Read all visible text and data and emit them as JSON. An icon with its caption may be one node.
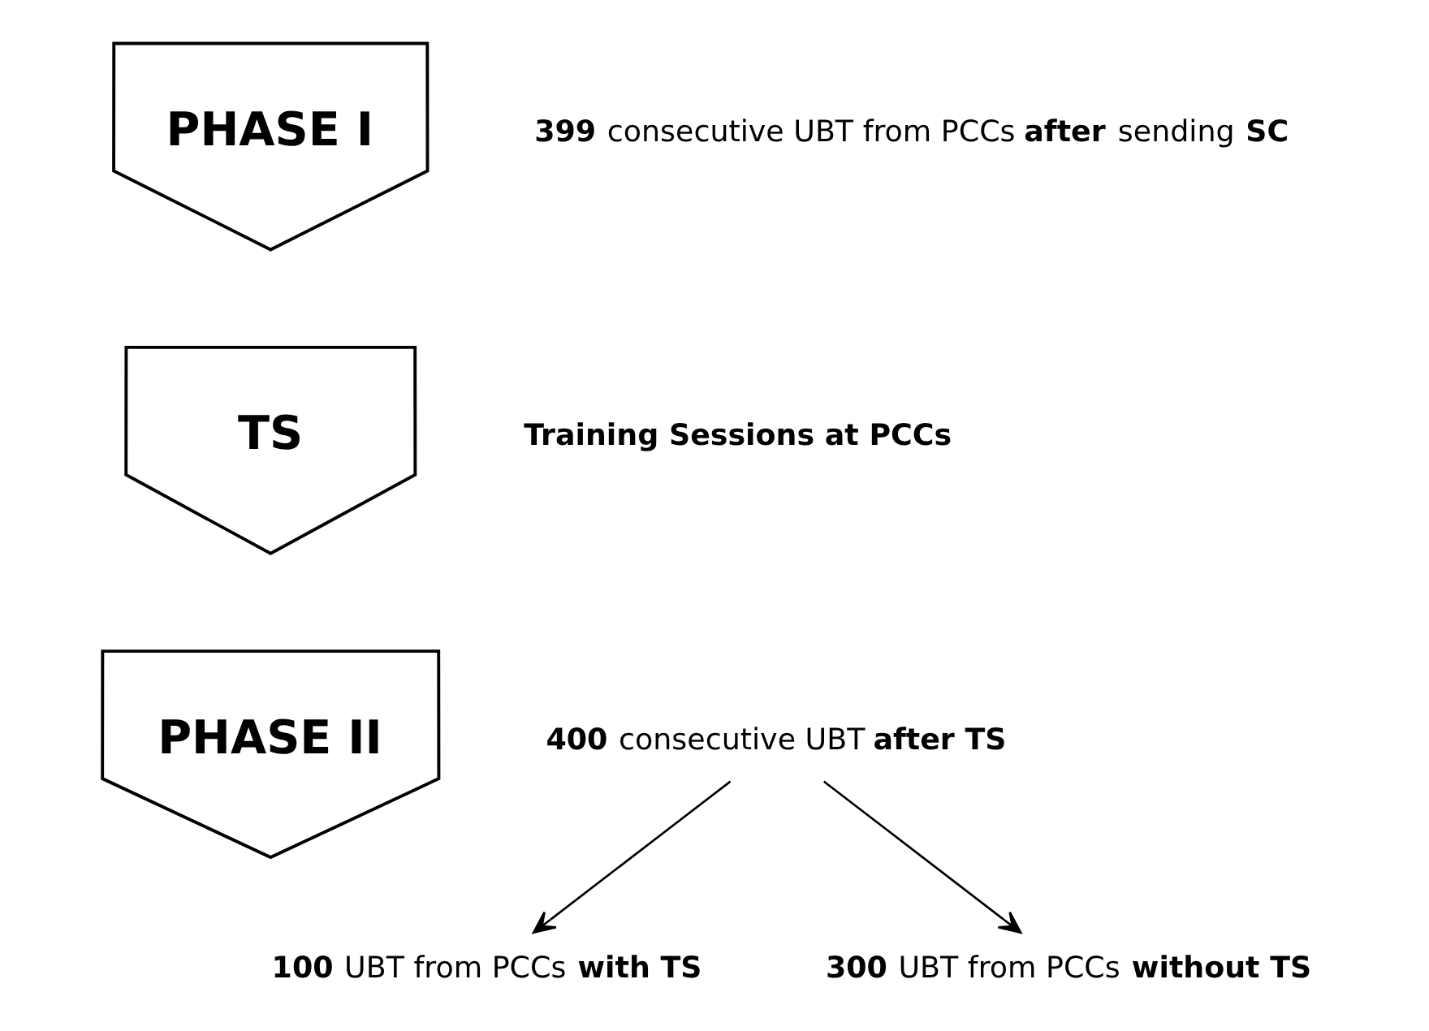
{
  "diagram": {
    "nodes": [
      {
        "text": [
          "PHASE I"
        ],
        "beside": [
          "**399** consecutive UBT from PCCs **after** sending **SC**"
        ]
      },
      {
        "text": [
          "TS"
        ],
        "beside": [
          "**Training Sessions at PCCs**"
        ]
      },
      {
        "text": [
          "PHASE II"
        ]
      },
      {
        "text": [
          "**400** consecutive UBT **after TS**"
        ]
      },
      {
        "text": [
          "**100** UBT from PCCs **with TS**"
        ]
      },
      {
        "text": [
          "**300** UBT from PCCs **without TS**"
        ]
      }
    ],
    "edges": [
      {
        "from": 3,
        "to": 4,
        "arrow": "to"
      },
      {
        "from": 3,
        "to": 5,
        "arrow": "to"
      }
    ]
  }
}
